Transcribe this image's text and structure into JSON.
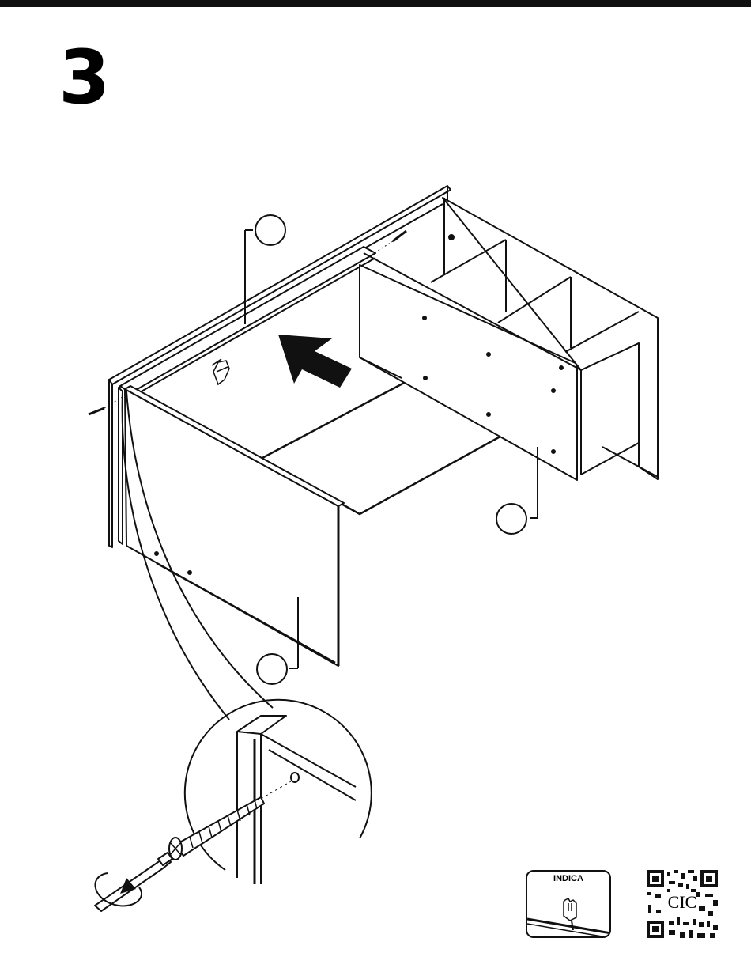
{
  "page": {
    "step_number": "3",
    "icon_box_label": "INDICA",
    "qr_label": "CIC"
  },
  "icons": {
    "header": "solid-bar",
    "pointing_hand": "pointing-hand-icon",
    "arrow": "push-direction-arrow-icon",
    "rotation": "clockwise-rotation-icon",
    "qr": "qr-code-icon"
  },
  "colors": {
    "ink": "#111111",
    "paper": "#ffffff"
  }
}
